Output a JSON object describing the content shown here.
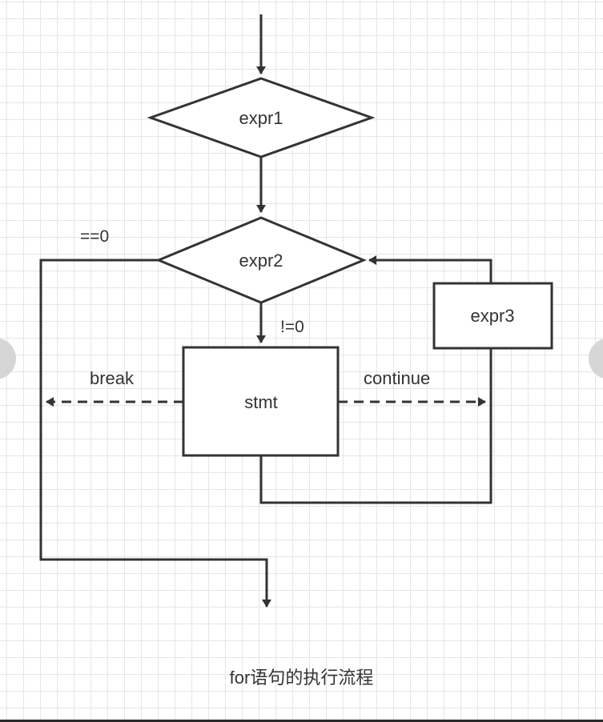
{
  "diagram": {
    "nodes": {
      "expr1": "expr1",
      "expr2": "expr2",
      "expr3": "expr3",
      "stmt": "stmt"
    },
    "labels": {
      "eq_zero": "==0",
      "not_zero": "!=0",
      "break": "break",
      "continue": "continue"
    },
    "caption": "for语句的执行流程"
  },
  "colors": {
    "stroke": "#333333",
    "grid": "#e6e6e6",
    "background": "#ffffff"
  },
  "icons": {
    "prev": "chevron-left-icon",
    "next": "chevron-right-icon"
  }
}
